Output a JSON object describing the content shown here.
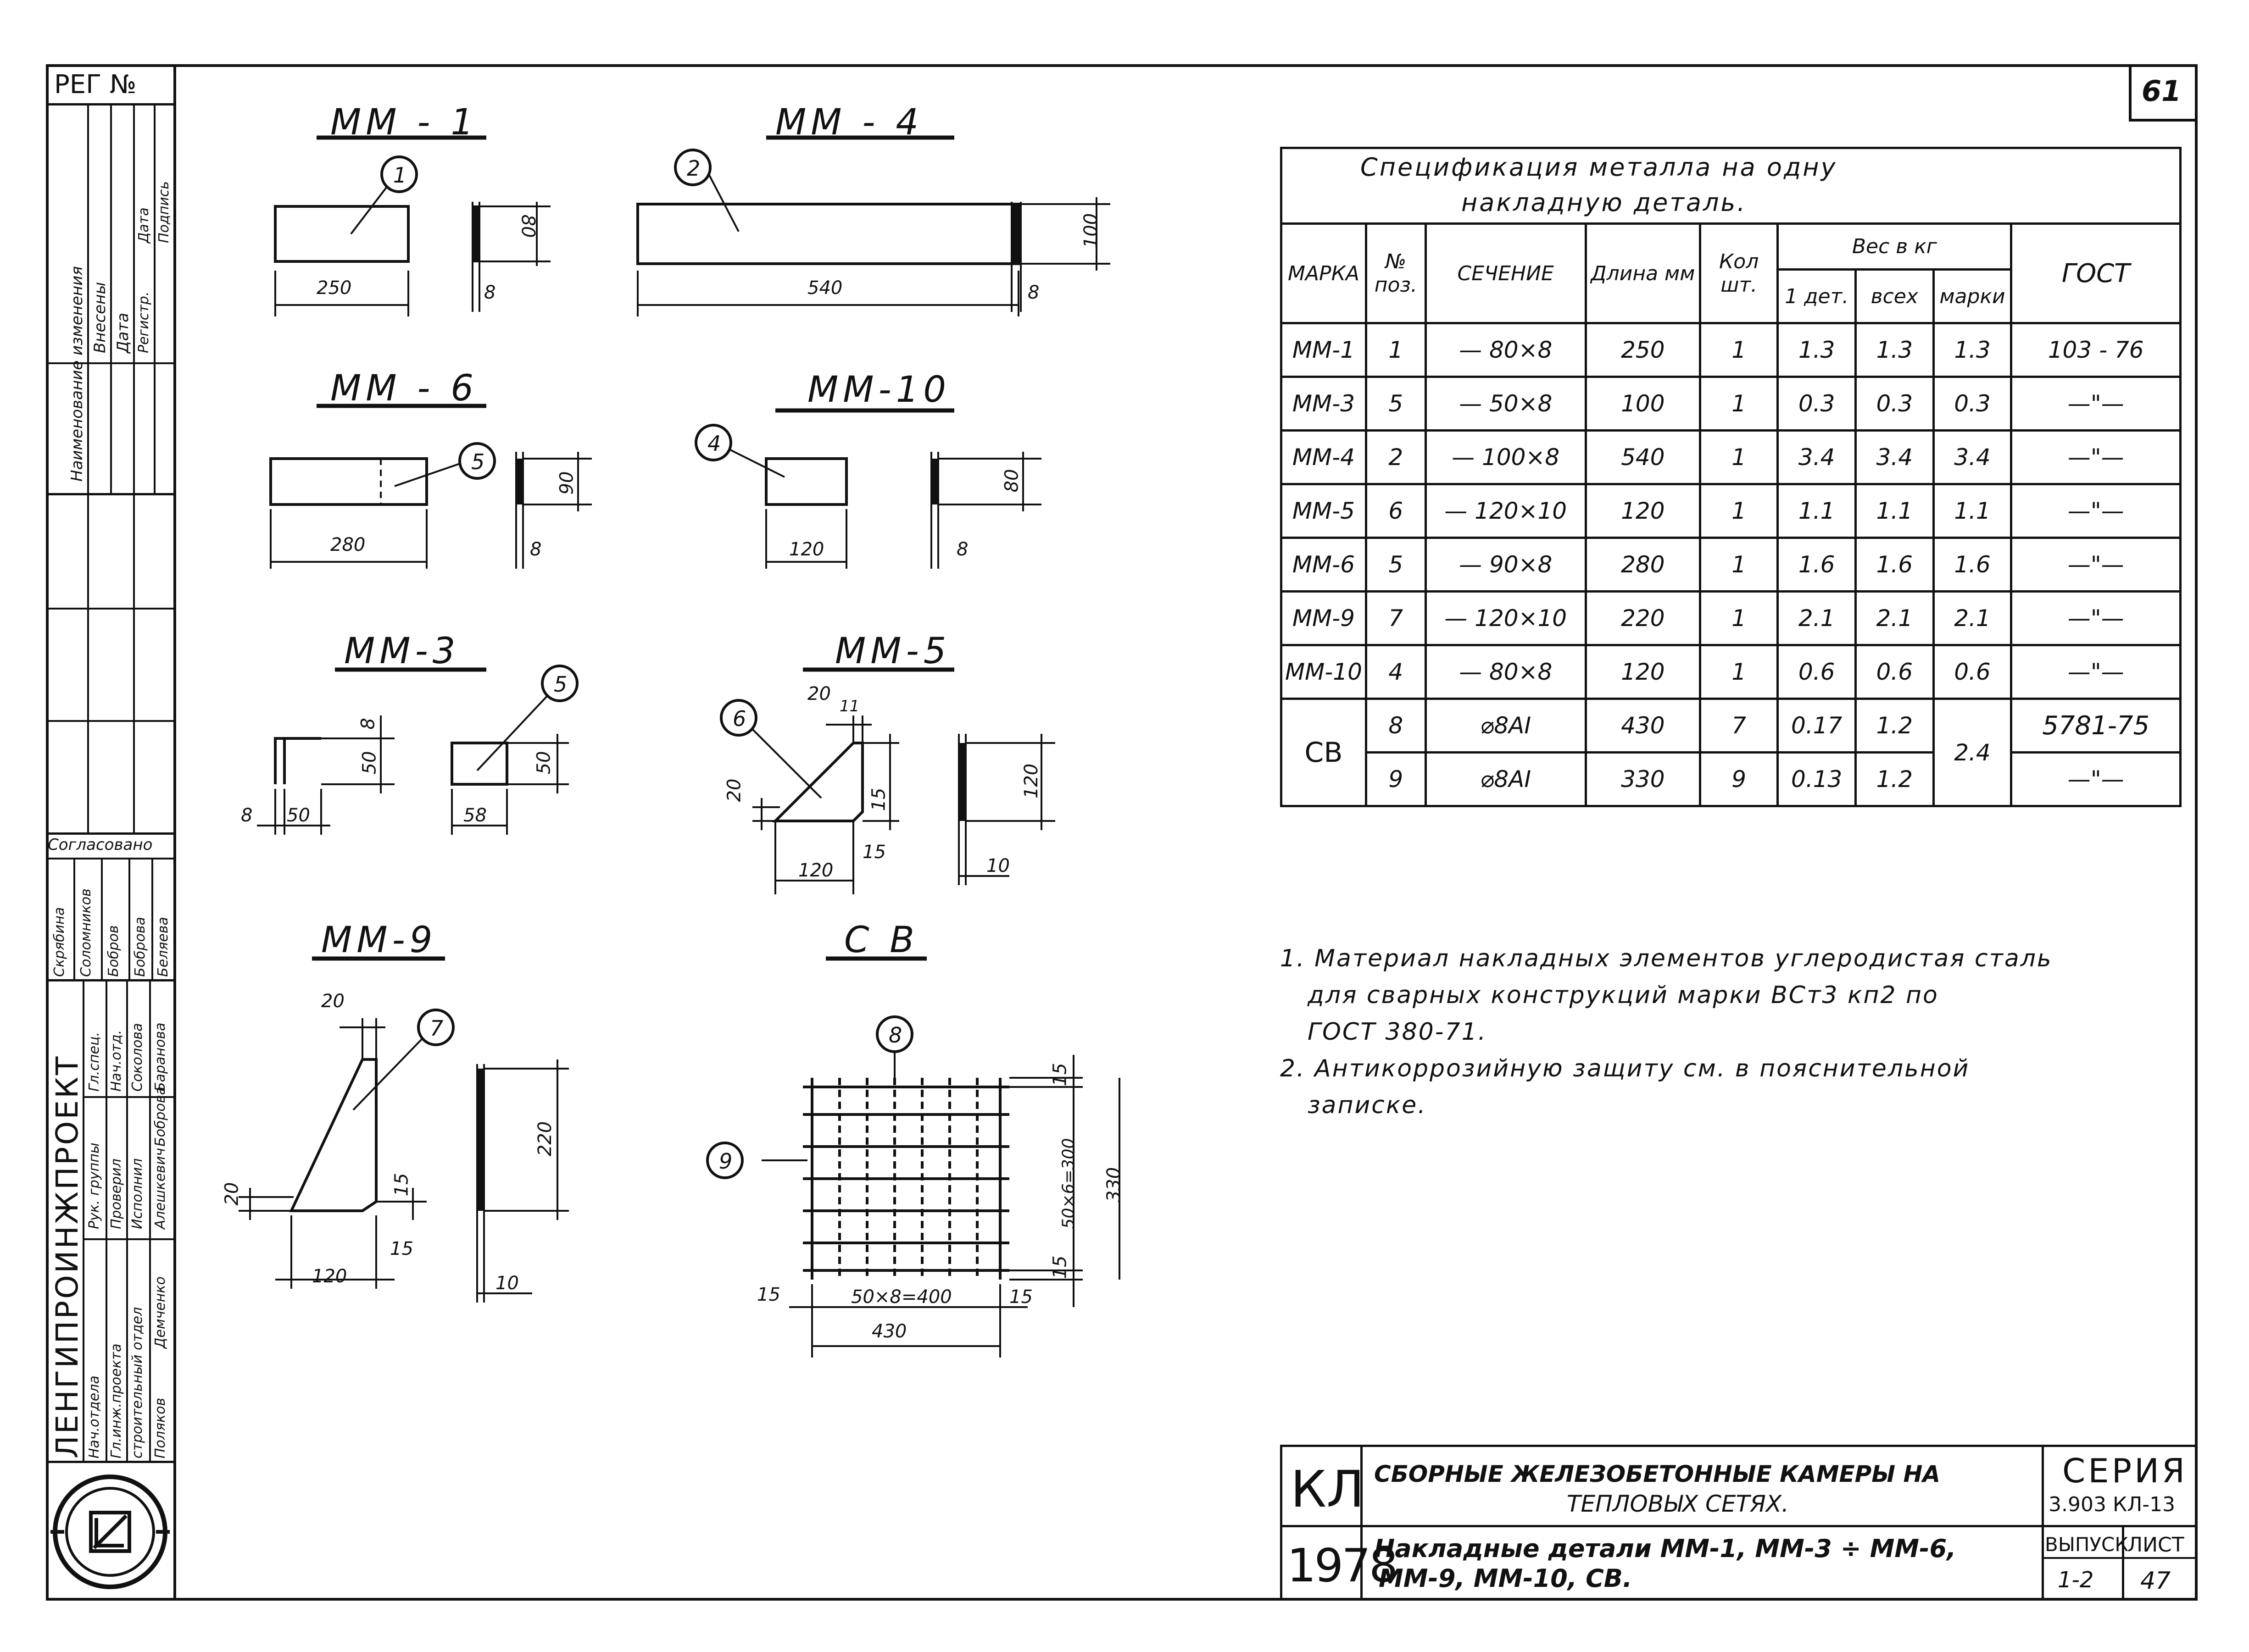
{
  "sheet": {
    "number": "61",
    "reg_label": "РЕГ №",
    "revisions": {
      "col_labels": [
        "Наименование изменения",
        "Внесены",
        "Дата",
        "Регистр.",
        "Дата",
        "Подпись"
      ]
    },
    "org": {
      "name": "ЛЕНГИПРОИНЖПРОЕКТ",
      "roles": [
        "Нач.отдела",
        "Гл.инж.проекта",
        "Рук. группы",
        "Проверил",
        "Исполнил",
        "Гл.спец.",
        "Нач.отд.",
        "строительный отдел"
      ],
      "people": [
        "Поляков",
        "Демченко",
        "Алешкевич",
        "Боброва",
        "Баранова",
        "Соколова"
      ],
      "agreed": "Согласовано",
      "agreed_names": [
        "Скрябина",
        "Соломников",
        "Бобров",
        "Боброва",
        "Беляева"
      ]
    }
  },
  "drawings": {
    "mm1": {
      "title": "ММ - 1",
      "callout": "1",
      "width": "250",
      "height": "80",
      "thick": "8"
    },
    "mm4": {
      "title": "ММ - 4",
      "callout": "2",
      "width": "540",
      "height": "100",
      "thick": "8"
    },
    "mm6": {
      "title": "ММ - 6",
      "callout": "5",
      "width": "280",
      "height": "90",
      "thick": "8"
    },
    "mm10": {
      "title": "ММ-10",
      "callout": "4",
      "width": "120",
      "height": "80",
      "thick": "8"
    },
    "mm3": {
      "title": "ММ-3",
      "callout": "5",
      "left_dim": "8",
      "width": "50",
      "height": "50",
      "top_dim": "8",
      "plate_w": "58",
      "plate_h": "50"
    },
    "mm5": {
      "title": "ММ-5",
      "callout": "6",
      "top_dim": "20",
      "top_dim2": "11",
      "side_dim": "20",
      "width": "120",
      "right_dim": "15",
      "bottom_dim": "15",
      "height": "120",
      "thick": "10"
    },
    "mm9": {
      "title": "ММ-9",
      "callout": "7",
      "top_dim": "20",
      "left_dim": "20",
      "right_dim": "15",
      "bottom_dim": "15",
      "width": "120",
      "height": "220",
      "thick": "10"
    },
    "cb": {
      "title": "С В",
      "callout_top": "8",
      "callout_left": "9",
      "top_dim": "15",
      "span": "50×6=300",
      "total_h": "330",
      "bottom_dim": "15",
      "left_edge": "15",
      "span_w": "50×8=400",
      "right_edge": "15",
      "total_w": "430"
    }
  },
  "spec_table": {
    "caption_line1": "Спецификация металла на одну",
    "caption_line2": "накладную деталь.",
    "headers": {
      "marka": "МАРКА",
      "pos": "№ поз.",
      "section": "СЕЧЕНИЕ",
      "length": "Длина мм",
      "qty": "Кол шт.",
      "weight": "Вес в кг",
      "w1": "1 дет.",
      "wall": "всех",
      "wmark": "марки",
      "gost": "ГОСТ"
    },
    "rows": [
      {
        "marka": "ММ-1",
        "pos": "1",
        "section": "— 80×8",
        "length": "250",
        "qty": "1",
        "w1": "1.3",
        "wall": "1.3",
        "wmark": "1.3",
        "gost": "103 - 76"
      },
      {
        "marka": "ММ-3",
        "pos": "5",
        "section": "— 50×8",
        "length": "100",
        "qty": "1",
        "w1": "0.3",
        "wall": "0.3",
        "wmark": "0.3",
        "gost": "—\"—"
      },
      {
        "marka": "ММ-4",
        "pos": "2",
        "section": "— 100×8",
        "length": "540",
        "qty": "1",
        "w1": "3.4",
        "wall": "3.4",
        "wmark": "3.4",
        "gost": "—\"—"
      },
      {
        "marka": "ММ-5",
        "pos": "6",
        "section": "— 120×10",
        "length": "120",
        "qty": "1",
        "w1": "1.1",
        "wall": "1.1",
        "wmark": "1.1",
        "gost": "—\"—"
      },
      {
        "marka": "ММ-6",
        "pos": "5",
        "section": "— 90×8",
        "length": "280",
        "qty": "1",
        "w1": "1.6",
        "wall": "1.6",
        "wmark": "1.6",
        "gost": "—\"—"
      },
      {
        "marka": "ММ-9",
        "pos": "7",
        "section": "— 120×10",
        "length": "220",
        "qty": "1",
        "w1": "2.1",
        "wall": "2.1",
        "wmark": "2.1",
        "gost": "—\"—"
      },
      {
        "marka": "ММ-10",
        "pos": "4",
        "section": "— 80×8",
        "length": "120",
        "qty": "1",
        "w1": "0.6",
        "wall": "0.6",
        "wmark": "0.6",
        "gost": "—\"—"
      }
    ],
    "cb": {
      "marka": "СВ",
      "wmark": "2.4",
      "rows": [
        {
          "pos": "8",
          "section": "⌀8АI",
          "length": "430",
          "qty": "7",
          "w1": "0.17",
          "wall": "1.2",
          "gost": "5781-75"
        },
        {
          "pos": "9",
          "section": "⌀8АI",
          "length": "330",
          "qty": "9",
          "w1": "0.13",
          "wall": "1.2",
          "gost": "—\"—"
        }
      ]
    }
  },
  "notes": {
    "n1_l1": "1. Материал накладных элементов углеродистая сталь",
    "n1_l2": "для сварных конструкций марки ВСт3 кп2 по",
    "n1_l3": "ГОСТ 380-71.",
    "n2_l1": "2. Антикоррозийную защиту см. в пояснительной",
    "n2_l2": "записке."
  },
  "title_block": {
    "code": "КЛ",
    "year": "1978",
    "project_l1": "СБОРНЫЕ ЖЕЛЕЗОБЕТОННЫЕ КАМЕРЫ НА",
    "project_l2": "ТЕПЛОВЫХ СЕТЯХ.",
    "sheet_l1": "Накладные детали  ММ-1, ММ-3 ÷ ММ-6,",
    "sheet_l2": "ММ-9, ММ-10,  СВ.",
    "series_label": "СЕРИЯ",
    "series_value": "3.903 КЛ-13",
    "issue_label": "ВЫПУСК",
    "issue_value": "1-2",
    "sheet_label": "ЛИСТ",
    "sheet_value": "47"
  }
}
